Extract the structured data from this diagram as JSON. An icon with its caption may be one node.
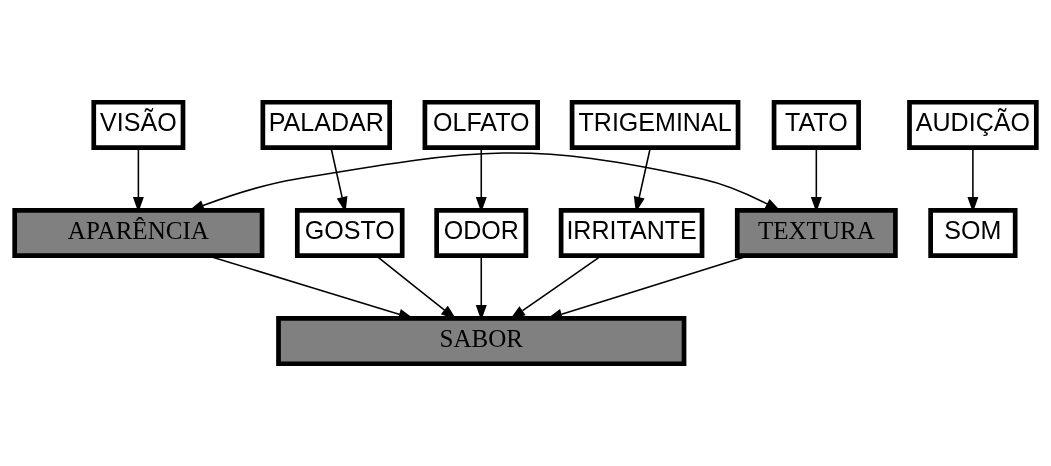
{
  "diagram": {
    "nodes": [
      {
        "text": [
          "VISÃO"
        ]
      },
      {
        "text": [
          "PALADAR"
        ]
      },
      {
        "text": [
          "OLFATO"
        ]
      },
      {
        "text": [
          "TRIGEMINAL"
        ]
      },
      {
        "text": [
          "TATO"
        ]
      },
      {
        "text": [
          "AUDIÇÃO"
        ]
      },
      {
        "text": [
          "GOSTO"
        ]
      },
      {
        "text": [
          "ODOR"
        ]
      },
      {
        "text": [
          "IRRITANTE"
        ]
      },
      {
        "text": [
          "SOM"
        ]
      },
      {
        "text": [
          "SABOR"
        ]
      },
      {
        "text": [
          "APARÊNCIA"
        ]
      },
      {
        "text": [
          "TEXTURA"
        ]
      }
    ],
    "edges": [
      {
        "from": 1,
        "to": 6,
        "arrow": "to"
      },
      {
        "from": 2,
        "to": 7,
        "arrow": "to"
      },
      {
        "from": 3,
        "to": 8,
        "arrow": "to"
      },
      {
        "from": 5,
        "to": 9,
        "arrow": "to"
      },
      {
        "from": 6,
        "to": 10,
        "arrow": "to"
      },
      {
        "from": 7,
        "to": 10,
        "arrow": "to"
      },
      {
        "from": 8,
        "to": 10,
        "arrow": "to"
      },
      {
        "from": 0,
        "to": 11,
        "arrow": "to"
      },
      {
        "from": 4,
        "to": 12,
        "arrow": "to"
      },
      {
        "from": 11,
        "to": 10,
        "arrow": "to"
      },
      {
        "from": 12,
        "to": 10,
        "arrow": "to"
      },
      {
        "from": 11,
        "to": 12,
        "arrow": "both"
      }
    ]
  }
}
